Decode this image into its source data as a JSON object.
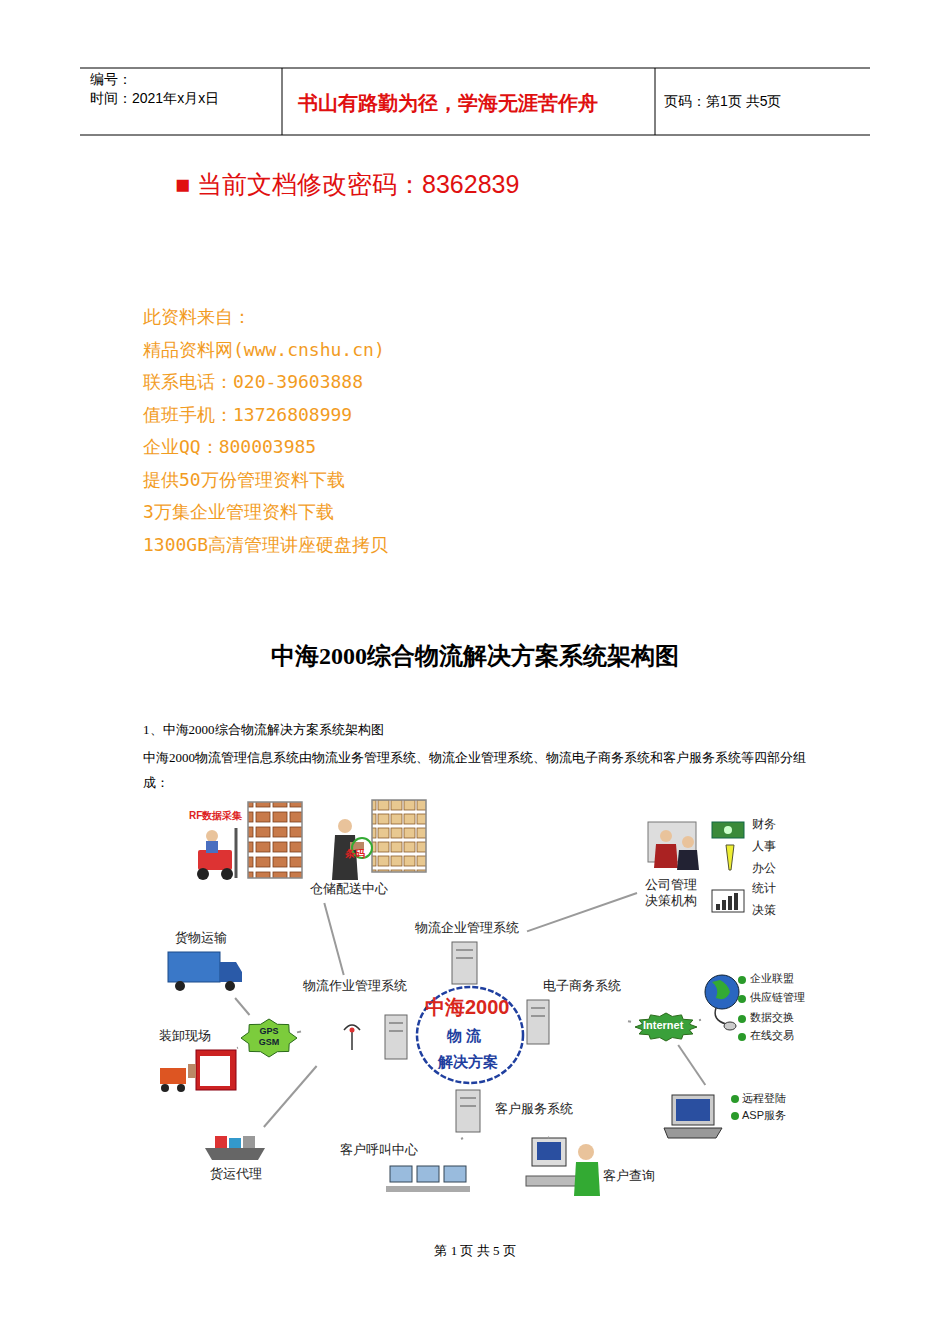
{
  "diagram": {
    "title": "中海2000综合物流解决方案系统架构图",
    "nodes": [
      {
        "text": [
          "中海2000",
          "物 流",
          "解决方案"
        ]
      },
      {
        "text": [
          "物流企业管理系统"
        ]
      },
      {
        "text": [
          "物流作业管理系统"
        ]
      },
      {
        "text": [
          "电子商务系统"
        ]
      },
      {
        "text": [
          "客户服务系统"
        ]
      },
      {
        "text": [
          "RF数据采集",
          "条码",
          "仓储配送中心"
        ]
      },
      {
        "text": [
          "货物运输"
        ]
      },
      {
        "text": [
          "装卸现场"
        ]
      },
      {
        "text": [
          "货运代理"
        ]
      },
      {
        "text": [
          "客户呼叫中心"
        ]
      },
      {
        "text": [
          "客户查询"
        ]
      },
      {
        "text": [
          "公司管理 决策机构",
          "财务",
          "人事",
          "办公",
          "统计",
          "决策"
        ]
      },
      {
        "text": [
          "GPS GSM"
        ]
      },
      {
        "text": [
          "Internet"
        ]
      },
      {
        "text": [
          "企业联盟",
          "供应链管理",
          "数据交换",
          "在线交易"
        ]
      },
      {
        "text": [
          "远程登陆",
          "ASP服务"
        ]
      }
    ],
    "edges": [
      {
        "from": 5,
        "to": 2,
        "arrow": "none"
      },
      {
        "from": 6,
        "to": 12,
        "arrow": "none"
      },
      {
        "from": 7,
        "to": 12,
        "arrow": "none"
      },
      {
        "from": 12,
        "to": 2,
        "arrow": "none"
      },
      {
        "from": 8,
        "to": 2,
        "arrow": "none"
      },
      {
        "from": 9,
        "to": 4,
        "arrow": "none"
      },
      {
        "from": 10,
        "to": 4,
        "arrow": "none"
      },
      {
        "from": 1,
        "to": 11,
        "arrow": "none"
      },
      {
        "from": 3,
        "to": 13,
        "arrow": "none"
      },
      {
        "from": 13,
        "to": 14,
        "arrow": "none"
      },
      {
        "from": 13,
        "to": 15,
        "arrow": "none"
      }
    ],
    "labels": [
      "编号：",
      "时间：2021年x月x日",
      "书山有路勤为径，学海无涯苦作舟",
      "页码：第1页 共5页",
      "■ 当前文档修改密码：8362839",
      "此资料来自：",
      "精品资料网(www.cnshu.cn)",
      "联系电话：020-39603888",
      "值班手机：13726808999",
      "企业QQ：800003985",
      "提供50万份管理资料下载",
      "3万集企业管理资料下载",
      "1300GB高清管理讲座硬盘拷贝",
      "1、中海2000综合物流解决方案系统架构图",
      "中海2000物流管理信息系统由物流业务管理系统、物流企业管理系统、物流电子商务系统和客户服务系统等四部分组成：",
      "第 1 页 共 5 页"
    ]
  }
}
